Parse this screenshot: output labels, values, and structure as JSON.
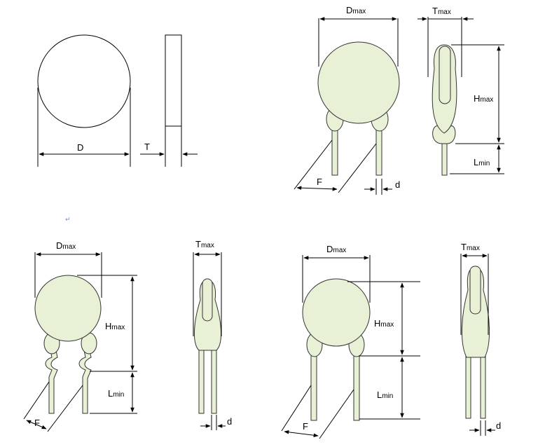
{
  "labels": {
    "fig1_D": "D",
    "fig1_T": "T",
    "fig2_D": "D",
    "fig2_D_sub": "max",
    "fig2_T": "T",
    "fig2_T_sub": "max",
    "fig2_H": "H",
    "fig2_H_sub": "max",
    "fig2_L": "L",
    "fig2_L_sub": "min",
    "fig2_F": "F",
    "fig2_d": "d",
    "fig3_D": "D",
    "fig3_D_sub": "max",
    "fig3_T": "T",
    "fig3_T_sub": "max",
    "fig3_H": "H",
    "fig3_H_sub": "max",
    "fig3_L": "L",
    "fig3_L_sub": "min",
    "fig3_F": "F",
    "fig3_d": "d",
    "fig4_D": "D",
    "fig4_D_sub": "max",
    "fig4_T": "T",
    "fig4_T_sub": "max",
    "fig4_H": "H",
    "fig4_H_sub": "max",
    "fig4_L": "L",
    "fig4_L_sub": "min",
    "fig4_F": "F",
    "fig4_d": "d"
  },
  "colors": {
    "body_fill": "#e8f1d6",
    "outline": "#000000"
  }
}
